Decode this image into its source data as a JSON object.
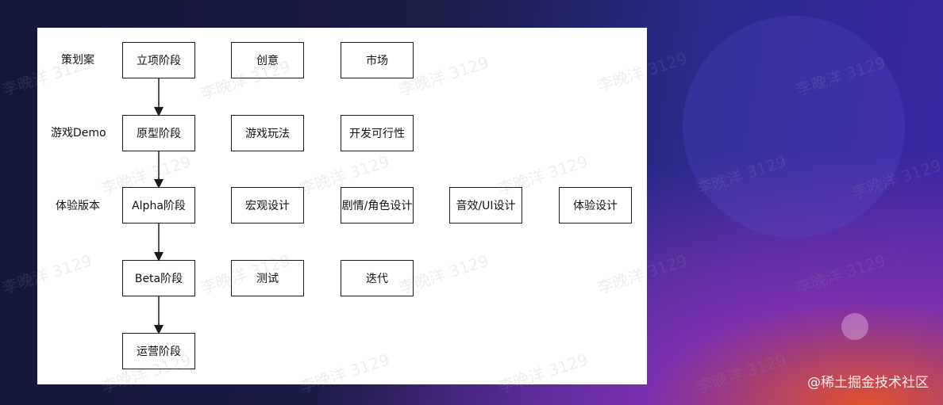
{
  "row_labels": [
    "策划案",
    "游戏Demo",
    "体验版本"
  ],
  "stages": [
    "立项阶段",
    "原型阶段",
    "Alpha阶段",
    "Beta阶段",
    "运营阶段"
  ],
  "rows": [
    [
      "创意",
      "市场"
    ],
    [
      "游戏玩法",
      "开发可行性"
    ],
    [
      "宏观设计",
      "剧情/角色设计",
      "音效/UI设计",
      "体验设计"
    ],
    [
      "测试",
      "迭代"
    ]
  ],
  "watermark": "李晚洋 3129",
  "brand": "@稀土掘金技术社区",
  "colors": {
    "panel": "#ffffff",
    "stroke": "#1a1a1a"
  }
}
